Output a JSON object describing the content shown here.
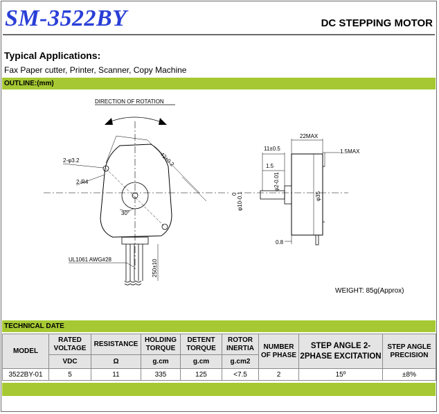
{
  "header": {
    "model": "SM-3522BY",
    "product": "DC STEPPING MOTOR"
  },
  "applications": {
    "heading": "Typical Applications:",
    "text": "Fax Paper cutter, Printer, Scanner, Copy Machine"
  },
  "outline": {
    "heading": "OUTLINE:(mm)",
    "direction_label": "DIRECTION OF ROTATION",
    "hole_label": "2-φ3.2",
    "radius_label": "2-R4",
    "mount_label": "42±0.2",
    "angle_label": "30°",
    "wire_label": "UL1061  AWG#28",
    "lead_length": "250±10",
    "dim_11": "11±0.5",
    "dim_22max": "22MAX",
    "dim_15max": "1.5MAX",
    "dim_15": "1.5",
    "dim_phi2": "φ2-0.01",
    "dim_phi10": "φ10-0.1",
    "dim_phi10_tol": "0",
    "dim_phi35": "φ35",
    "dim_08": "0.8",
    "weight": "WEIGHT: 85g(Approx)"
  },
  "technical": {
    "heading": "TECHNICAL DATE",
    "columns": [
      {
        "top": "MODEL",
        "unit": ""
      },
      {
        "top": "RATED VOLTAGE",
        "unit": "VDC"
      },
      {
        "top": "RESISTANCE",
        "unit": "Ω"
      },
      {
        "top": "HOLDING TORQUE",
        "unit": "g.cm"
      },
      {
        "top": "DETENT TORQUE",
        "unit": "g.cm"
      },
      {
        "top": "ROTOR INERTIA",
        "unit": "g.cm2"
      },
      {
        "top": "NUMBER OF PHASE",
        "unit": ""
      },
      {
        "top": "STEP ANGLE 2-2PHASE EXCITATION",
        "unit": ""
      },
      {
        "top": "STEP ANGLE PRECISION",
        "unit": ""
      }
    ],
    "row": [
      "3522BY-01",
      "5",
      "11",
      "335",
      "125",
      "<7.5",
      "2",
      "15º",
      "±8%"
    ]
  }
}
